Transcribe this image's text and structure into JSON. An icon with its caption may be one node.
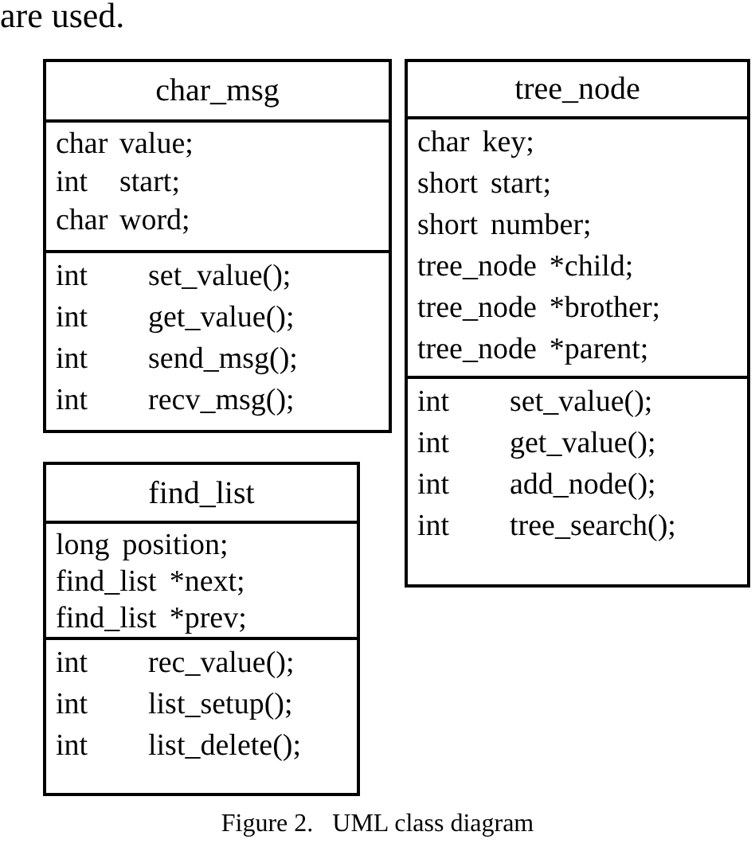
{
  "diagram": {
    "caption": "Figure 2.   UML class diagram",
    "nodes": [
      {
        "text": [
          "char_msg"
        ]
      },
      {
        "text": [
          "char value;",
          "int start;",
          "char word;"
        ],
        "in": 0
      },
      {
        "text": [
          "int set_value();",
          "int get_value();",
          "int send_msg();",
          "int recv_msg();"
        ],
        "in": 0
      },
      {
        "text": [
          "tree_node"
        ]
      },
      {
        "text": [
          "char key;",
          "short start;",
          "short number;",
          "tree_node *child;",
          "tree_node *brother;",
          "tree_node *parent;"
        ],
        "in": 3
      },
      {
        "text": [
          "int set_value();",
          "int get_value();",
          "int add_node();",
          "int tree_search();"
        ],
        "in": 3
      },
      {
        "text": [
          "find_list"
        ]
      },
      {
        "text": [
          "long position;",
          "find_list *next;",
          "find_list *prev;"
        ],
        "in": 6
      },
      {
        "text": [
          "int rec_value();",
          "int list_setup();",
          "int list_delete();"
        ],
        "in": 6
      }
    ],
    "labels": [
      "are used."
    ]
  }
}
